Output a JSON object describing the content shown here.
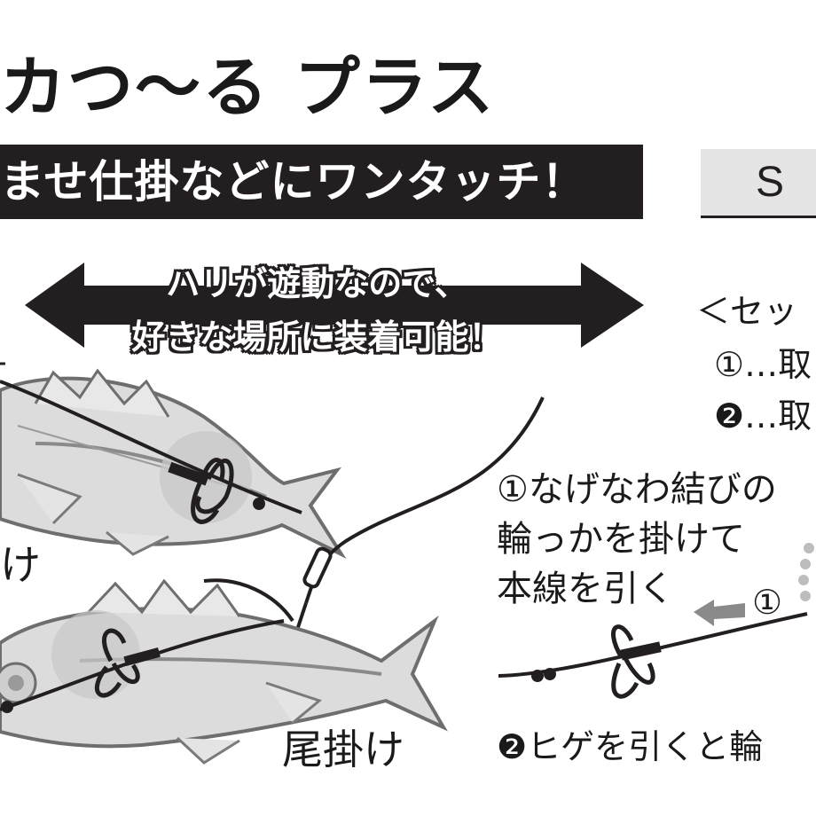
{
  "title": "カつ〜る プラス",
  "banner": "ませ仕掛などにワンタッチ！",
  "size_label": "S",
  "callout": {
    "line1": "ハリが遊動なので、",
    "line2": "好きな場所に装着可能！"
  },
  "set_info": {
    "heading": "＜セッ",
    "item1": "①…取",
    "item2": "❷…取"
  },
  "instruction": {
    "line1": "①なげなわ結びの",
    "line2": "輪っかを掛けて",
    "line3": "本線を引く",
    "step1_marker": "①",
    "step2": "❷ヒゲを引くと輪"
  },
  "labels": {
    "tail_hook": "尾掛け",
    "partial": "け"
  },
  "icons": [
    "double-arrow-icon",
    "fish-icon",
    "treble-hook-icon",
    "left-arrow-icon"
  ],
  "colors": {
    "ink": "#231f20",
    "banner_bg": "#231f20",
    "size_box_bg": "#e5e5e5",
    "fish_fill": "#dcdcdc",
    "highlight_circle": "#c8c8c8"
  }
}
